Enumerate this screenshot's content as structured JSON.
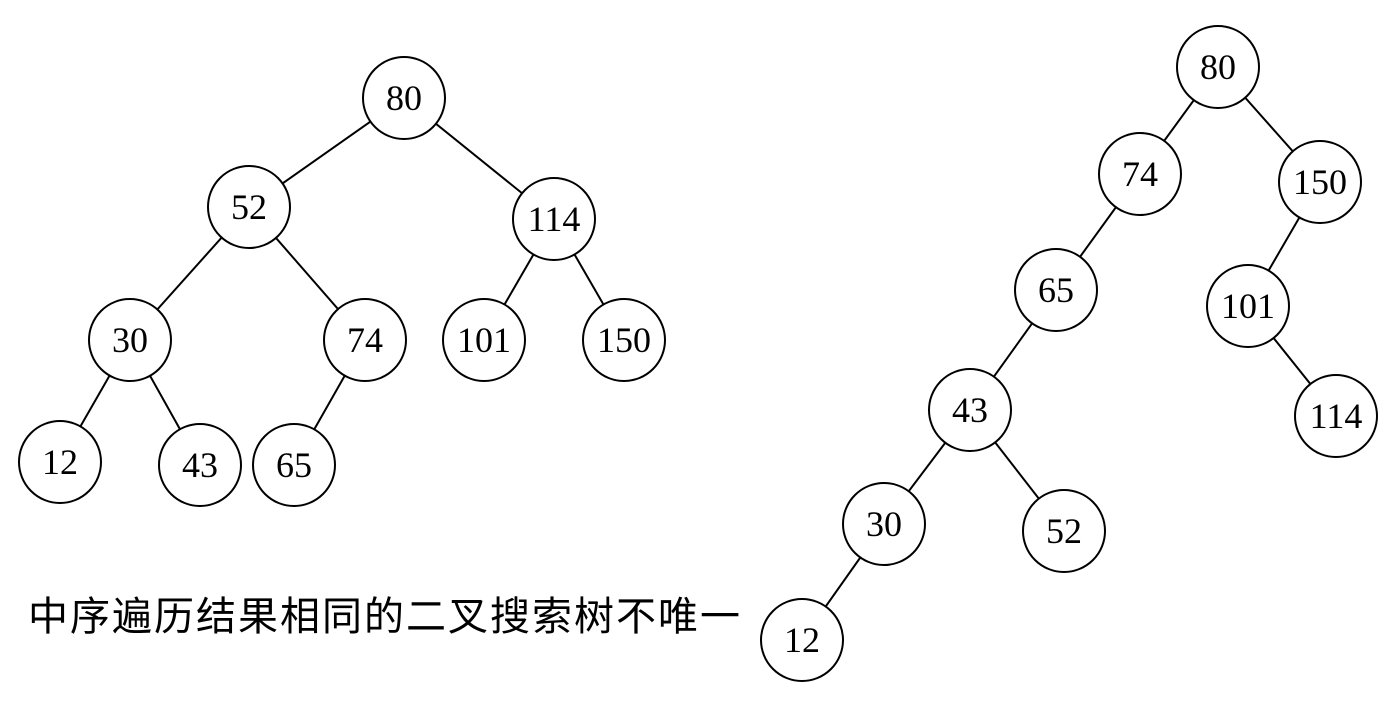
{
  "caption": "中序遍历结果相同的二叉搜索树不唯一",
  "colors": {
    "line": "#000000",
    "node_fill": "#ffffff",
    "text": "#000000"
  },
  "trees": [
    {
      "name": "tree-left",
      "nodes": [
        "80",
        "52",
        "114",
        "30",
        "74",
        "101",
        "150",
        "12",
        "43",
        "65"
      ],
      "edges": [
        [
          "80",
          "52"
        ],
        [
          "80",
          "114"
        ],
        [
          "52",
          "30"
        ],
        [
          "52",
          "74"
        ],
        [
          "114",
          "101"
        ],
        [
          "114",
          "150"
        ],
        [
          "30",
          "12"
        ],
        [
          "30",
          "43"
        ],
        [
          "74",
          "65"
        ]
      ]
    },
    {
      "name": "tree-right",
      "nodes": [
        "80",
        "74",
        "150",
        "65",
        "101",
        "43",
        "114",
        "30",
        "52",
        "12"
      ],
      "edges": [
        [
          "80",
          "74"
        ],
        [
          "80",
          "150"
        ],
        [
          "74",
          "65"
        ],
        [
          "150",
          "101"
        ],
        [
          "65",
          "43"
        ],
        [
          "101",
          "114"
        ],
        [
          "43",
          "30"
        ],
        [
          "43",
          "52"
        ],
        [
          "30",
          "12"
        ]
      ]
    }
  ]
}
